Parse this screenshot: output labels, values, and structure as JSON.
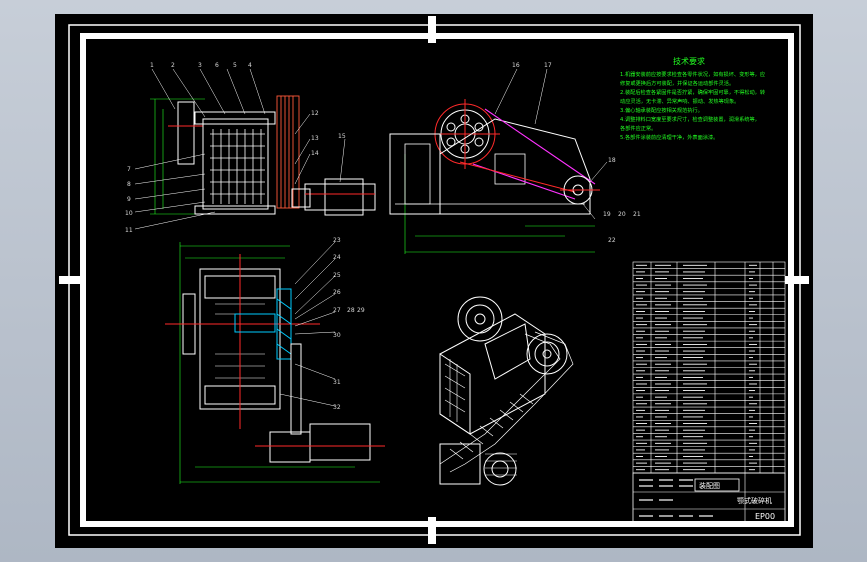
{
  "drawing": {
    "tech_requirements": {
      "title": "技术要求",
      "lines": [
        "1.机器安装前应按要求检查各零件状况，如有损坏、变形等，应",
        "  修复或更换后方可装配，并保证各运动部件灵活。",
        "2.装配后检查各紧固件是否拧紧，确保牢固可靠，不得松动，转",
        "  动应灵活，无卡滞、异常声响、振动、发热等现象。",
        "3.偏心轴承装配应按相关规范执行。",
        "4.调整排料口宽度至要求尺寸，检查调整装置，润滑系统等，",
        "  各部件应正常。",
        "5.各部件涂装前应清理干净，外表面涂漆。"
      ]
    },
    "part_numbers": [
      "1",
      "2",
      "3",
      "4",
      "5",
      "6",
      "7",
      "8",
      "9",
      "10",
      "11",
      "12",
      "13",
      "14",
      "15",
      "16",
      "17",
      "18",
      "19",
      "20",
      "21",
      "22",
      "23",
      "24",
      "25",
      "26",
      "27",
      "28",
      "29",
      "30",
      "31",
      "32"
    ],
    "title_block": {
      "name_cell": "装配图",
      "subtitle_cell": "颚式破碎机",
      "drawing_no": "EP00"
    },
    "colors": {
      "background": "#000000",
      "frame": "#ffffff",
      "dimension": "#22ff22",
      "center_line": "#ff2a2a",
      "notes": "#22ff22",
      "belt": "#ff33ff",
      "hatch": "#00ccff"
    }
  }
}
